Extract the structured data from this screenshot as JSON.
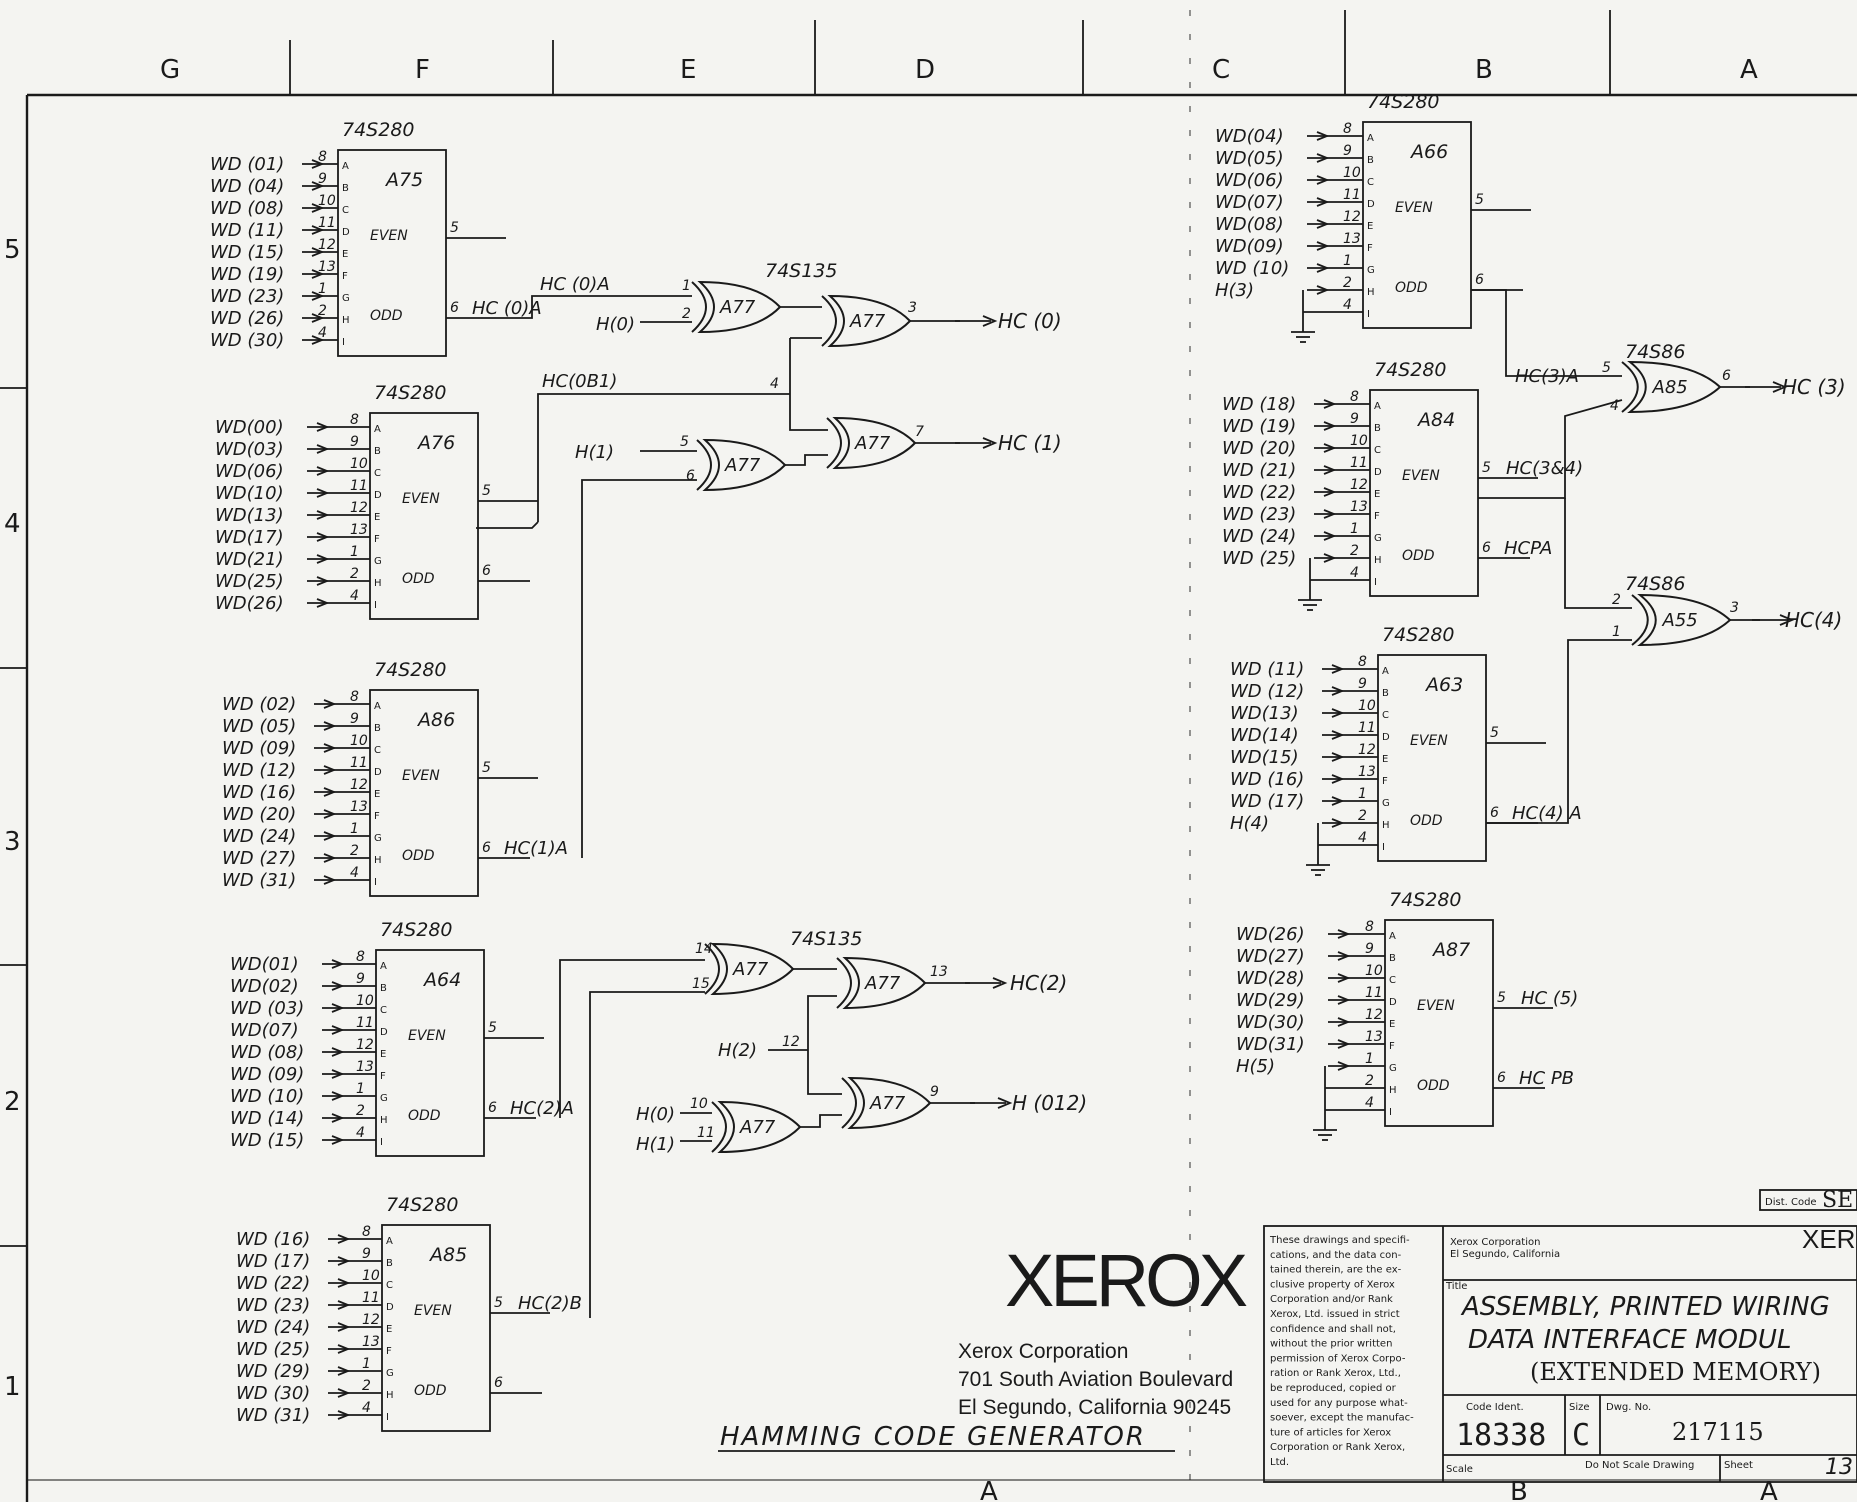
{
  "zones_top": [
    "G",
    "F",
    "E",
    "D",
    "C",
    "B",
    "A"
  ],
  "zones_side": [
    "5",
    "4",
    "3",
    "2",
    "1"
  ],
  "zones_bottom": [
    "A",
    "B",
    "A"
  ],
  "parity_chips": [
    {
      "type": "74S280",
      "ref": "A75",
      "inputs": [
        "WD (01)",
        "WD (04)",
        "WD (08)",
        "WD (11)",
        "WD (15)",
        "WD (19)",
        "WD (23)",
        "WD (26)",
        "WD (30)"
      ],
      "pins": [
        "8",
        "9",
        "10",
        "11",
        "12",
        "13",
        "1",
        "2",
        "4"
      ],
      "letters": [
        "A",
        "B",
        "C",
        "D",
        "E",
        "F",
        "G",
        "H",
        "I"
      ],
      "even": "EVEN",
      "odd": "ODD",
      "even_pin": "5",
      "odd_pin": "6",
      "odd_net": "HC (0)A",
      "even_net": ""
    },
    {
      "type": "74S280",
      "ref": "A76",
      "inputs": [
        "WD(00)",
        "WD(03)",
        "WD(06)",
        "WD(10)",
        "WD(13)",
        "WD(17)",
        "WD(21)",
        "WD(25)",
        "WD(26)"
      ],
      "pins": [
        "8",
        "9",
        "10",
        "11",
        "12",
        "13",
        "1",
        "2",
        "4"
      ],
      "letters": [
        "A",
        "B",
        "C",
        "D",
        "E",
        "F",
        "G",
        "H",
        "I"
      ],
      "even": "EVEN",
      "odd": "ODD",
      "even_pin": "5",
      "odd_pin": "6",
      "even_net": "",
      "odd_net": ""
    },
    {
      "type": "74S280",
      "ref": "A86",
      "inputs": [
        "WD (02)",
        "WD (05)",
        "WD (09)",
        "WD (12)",
        "WD (16)",
        "WD (20)",
        "WD (24)",
        "WD (27)",
        "WD (31)"
      ],
      "pins": [
        "8",
        "9",
        "10",
        "11",
        "12",
        "13",
        "1",
        "2",
        "4"
      ],
      "letters": [
        "A",
        "B",
        "C",
        "D",
        "E",
        "F",
        "G",
        "H",
        "I"
      ],
      "even": "EVEN",
      "odd": "ODD",
      "even_pin": "5",
      "odd_pin": "6",
      "odd_net": "HC(1)A",
      "even_net": ""
    },
    {
      "type": "74S280",
      "ref": "A64",
      "inputs": [
        "WD(01)",
        "WD(02)",
        "WD (03)",
        "WD(07)",
        "WD (08)",
        "WD (09)",
        "WD (10)",
        "WD (14)",
        "WD (15)"
      ],
      "pins": [
        "8",
        "9",
        "10",
        "11",
        "12",
        "13",
        "1",
        "2",
        "4"
      ],
      "letters": [
        "A",
        "B",
        "C",
        "D",
        "E",
        "F",
        "G",
        "H",
        "I"
      ],
      "even": "EVEN",
      "odd": "ODD",
      "even_pin": "5",
      "odd_pin": "6",
      "odd_net": "HC(2)A",
      "even_net": ""
    },
    {
      "type": "74S280",
      "ref": "A85",
      "inputs": [
        "WD (16)",
        "WD (17)",
        "WD (22)",
        "WD (23)",
        "WD (24)",
        "WD (25)",
        "WD (29)",
        "WD (30)",
        "WD (31)"
      ],
      "pins": [
        "8",
        "9",
        "10",
        "11",
        "12",
        "13",
        "1",
        "2",
        "4"
      ],
      "letters": [
        "A",
        "B",
        "C",
        "D",
        "E",
        "F",
        "G",
        "H",
        "I"
      ],
      "even": "EVEN",
      "odd": "ODD",
      "even_pin": "5",
      "odd_pin": "6",
      "even_net": "HC(2)B",
      "odd_net": ""
    },
    {
      "type": "74S280",
      "ref": "A66",
      "inputs": [
        "WD(04)",
        "WD(05)",
        "WD(06)",
        "WD(07)",
        "WD(08)",
        "WD(09)",
        "WD (10)",
        "H(3)",
        ""
      ],
      "pins": [
        "8",
        "9",
        "10",
        "11",
        "12",
        "13",
        "1",
        "2",
        "4"
      ],
      "letters": [
        "A",
        "B",
        "C",
        "D",
        "E",
        "F",
        "G",
        "H",
        "I"
      ],
      "even": "EVEN",
      "odd": "ODD",
      "even_pin": "5",
      "odd_pin": "6",
      "odd_net": "",
      "even_net": ""
    },
    {
      "type": "74S280",
      "ref": "A84",
      "inputs": [
        "WD (18)",
        "WD (19)",
        "WD (20)",
        "WD (21)",
        "WD (22)",
        "WD (23)",
        "WD (24)",
        "WD (25)",
        ""
      ],
      "pins": [
        "8",
        "9",
        "10",
        "11",
        "12",
        "13",
        "1",
        "2",
        "4"
      ],
      "letters": [
        "A",
        "B",
        "C",
        "D",
        "E",
        "F",
        "G",
        "H",
        "I"
      ],
      "even": "EVEN",
      "odd": "ODD",
      "even_pin": "5",
      "odd_pin": "6",
      "even_net": "HC(3&4)",
      "odd_net": "HCPA"
    },
    {
      "type": "74S280",
      "ref": "A63",
      "inputs": [
        "WD (11)",
        "WD (12)",
        "WD(13)",
        "WD(14)",
        "WD(15)",
        "WD (16)",
        "WD (17)",
        "H(4)",
        ""
      ],
      "pins": [
        "8",
        "9",
        "10",
        "11",
        "12",
        "13",
        "1",
        "2",
        "4"
      ],
      "letters": [
        "A",
        "B",
        "C",
        "D",
        "E",
        "F",
        "G",
        "H",
        "I"
      ],
      "even": "EVEN",
      "odd": "ODD",
      "even_pin": "5",
      "odd_pin": "6",
      "odd_net": "HC(4) A",
      "even_net": ""
    },
    {
      "type": "74S280",
      "ref": "A87",
      "inputs": [
        "WD(26)",
        "WD(27)",
        "WD(28)",
        "WD(29)",
        "WD(30)",
        "WD(31)",
        "H(5)",
        "",
        ""
      ],
      "pins": [
        "8",
        "9",
        "10",
        "11",
        "12",
        "13",
        "1",
        "2",
        "4"
      ],
      "letters": [
        "A",
        "B",
        "C",
        "D",
        "E",
        "F",
        "G",
        "H",
        "I"
      ],
      "even": "EVEN",
      "odd": "ODD",
      "even_pin": "5",
      "odd_pin": "6",
      "even_net": "HC (5)",
      "odd_net": "HC PB"
    }
  ],
  "xor_groups": [
    {
      "type": "74S135",
      "gates": [
        "A77",
        "A77",
        "A77",
        "A77"
      ],
      "pins": [
        "1",
        "2",
        "3",
        "4",
        "5",
        "6",
        "7"
      ],
      "inputs": [
        "H(0)",
        "H(1)"
      ],
      "nets": [
        "HC(0B1)"
      ],
      "outputs": [
        "HC (0)",
        "HC (1)"
      ]
    },
    {
      "type": "74S135",
      "gates": [
        "A77",
        "A77",
        "A77",
        "A77"
      ],
      "pins": [
        "14",
        "15",
        "13",
        "12",
        "10",
        "11",
        "9"
      ],
      "inputs": [
        "H(2)",
        "H(0)",
        "H(1)"
      ],
      "outputs": [
        "HC(2)",
        "H (012)"
      ]
    }
  ],
  "xor_74s86": [
    {
      "type": "74S86",
      "ref": "A85",
      "pins": [
        "5",
        "4",
        "6"
      ],
      "in_net": "HC(3)A",
      "output": "HC (3)"
    },
    {
      "type": "74S86",
      "ref": "A55",
      "pins": [
        "2",
        "1",
        "3"
      ],
      "output": "HC(4)"
    }
  ],
  "title_block": {
    "company_logo": "XEROX",
    "address": [
      "Xerox Corporation",
      "701 South Aviation Boulevard",
      "El Segundo, California 90245"
    ],
    "legal": [
      "These drawings and specifi-",
      "cations, and the data con-",
      "tained therein, are the ex-",
      "clusive property of Xerox",
      "Corporation and/or Rank",
      "Xerox, Ltd. issued in strict",
      "confidence and shall not,",
      "without the prior written",
      "permission of Xerox Corpo-",
      "ration or Rank Xerox, Ltd.,",
      "be reproduced, copied or",
      "used for any purpose what-",
      "soever, except the manufac-",
      "ture of articles for Xerox",
      "Corporation or Rank Xerox,",
      "Ltd."
    ],
    "corp_small": [
      "Xerox Corporation",
      "El Segundo, California"
    ],
    "logo_small": "XER",
    "dist_code_label": "Dist. Code",
    "dist_code": "SE",
    "title_label": "Title",
    "title": [
      "ASSEMBLY, PRINTED WIRING",
      "DATA INTERFACE MODUL",
      "(EXTENDED MEMORY)"
    ],
    "code_ident_label": "Code Ident.",
    "code_ident": "18338",
    "size_label": "Size",
    "size": "C",
    "dwg_no_label": "Dwg. No.",
    "dwg_no": "217115",
    "scale_label": "Scale",
    "note": "Do Not Scale Drawing",
    "sheet_label": "Sheet",
    "sheet": "13"
  },
  "caption": "HAMMING CODE GENERATOR"
}
